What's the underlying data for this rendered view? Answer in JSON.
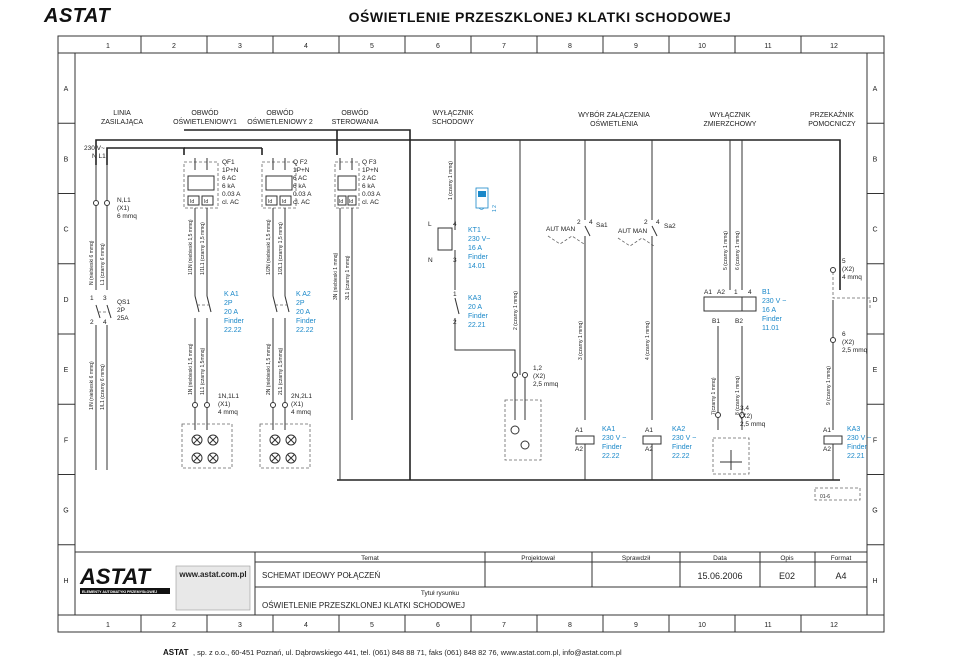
{
  "header": {
    "logo": "ASTAT",
    "title": "OŚWIETLENIE PRZESZKLONEJ KLATKI SCHODOWEJ"
  },
  "grid": {
    "columns": [
      "1",
      "2",
      "3",
      "4",
      "5",
      "6",
      "7",
      "8",
      "9",
      "10",
      "11",
      "12"
    ],
    "rows": [
      "A",
      "B",
      "C",
      "D",
      "E",
      "F",
      "G",
      "H"
    ]
  },
  "sections": {
    "s1": [
      "LINIA",
      "ZASILAJĄCA"
    ],
    "s2": [
      "OBWÓD",
      "OŚWIETLENIOWY1"
    ],
    "s3": [
      "OBWÓD",
      "OŚWIETLENIOWY 2"
    ],
    "s4": [
      "OBWÓD",
      "STEROWANIA"
    ],
    "s5": [
      "WYŁĄCZNIK",
      "SCHODOWY"
    ],
    "s6": [
      "WYBÓR ZAŁĄCZENIA",
      "OŚWIETLENIA"
    ],
    "s7": [
      "WYŁĄCZNIK",
      "ZMIERZCHOWY"
    ],
    "s8": [
      "PRZEKAŹNIK",
      "POMOCNICZY"
    ]
  },
  "supply": {
    "top": "230 V~",
    "terminals": "N    L1",
    "label": [
      "N,L1",
      "(X1)",
      "6 mmq"
    ],
    "wire_n": "N (niebieski 6 mmq)",
    "wire_l": "L1 (czarny 6 mmq)",
    "wire_n2": "1/N (niebieski 6 mmq)",
    "wire_l2": "1/L1 (czarny 6 mmq)"
  },
  "qs1": {
    "label": [
      "QS1",
      "2P",
      "25A"
    ],
    "nums": [
      "1",
      "3",
      "2",
      "4"
    ]
  },
  "qf1": {
    "label": [
      "QF1",
      "1P+N",
      "6 AC",
      "6 kA",
      "0.03 A",
      "cl. AC"
    ],
    "wire_n": "1/1N (niebieski 1,5 mmq)",
    "wire_l": "1/1L1 (czarny 1,5 mmq)",
    "id": "Id"
  },
  "qf2": {
    "label": [
      "Q F2",
      "1P+N",
      "6 AC",
      "6 kA",
      "0.03 A",
      "cl. AC"
    ],
    "wire_n": "1/2N (niebieski 1,5 mmq)",
    "wire_l": "1/2L1 (czarny 1,5 mmq)",
    "id": "Id"
  },
  "qf3": {
    "label": [
      "Q F3",
      "1P+N",
      "2 AC",
      "6 kA",
      "0.03 A",
      "cl. AC"
    ],
    "wire_n": "3N (niebieski 1 mmq)",
    "wire_l": "3L1 (czarny 1 mmq)",
    "id": "Id"
  },
  "ka1": {
    "label": [
      "K A1",
      "2P",
      "20  A",
      "Finder",
      "22.22"
    ],
    "wire_n": "1N (niebieski 1,5 mmq)",
    "wire_l": "1L1 (czarny 1,5mmq)",
    "terminal": [
      "1N,1L1",
      "(X1)",
      "4 mmq"
    ]
  },
  "ka2": {
    "label": [
      "K A2",
      "2P",
      "20 A",
      "Finder",
      "22.22"
    ],
    "wire_n": "2N (niebieski 1,5 mmq)",
    "wire_l": "2L1 (czarny 1,5mmq)",
    "terminal": [
      "2N,2L1",
      "(X1)",
      "4 mmq"
    ]
  },
  "kt1": {
    "on": "ON",
    "dip": "1 2",
    "wire": "1 (czarny 1  mmq)",
    "label": [
      "KT1",
      "230 V~",
      "16 A",
      "Finder",
      "14.01"
    ],
    "terms": [
      "L",
      "4",
      "N",
      "3"
    ]
  },
  "ka3": {
    "label": [
      "KA3",
      "20 A",
      "Finder",
      "22.21"
    ],
    "wire": "2 (czarny 1  mmq)",
    "terminal": [
      "1,2",
      "(X2)",
      "2,5 mmq"
    ]
  },
  "sa1": {
    "label": "Sa1",
    "modes": "AUT MAN",
    "nums": [
      "2",
      "4"
    ],
    "wire": "3 (czarny 1  mmq)"
  },
  "sa2": {
    "label": "Sa2",
    "modes": "AUT MAN",
    "nums": [
      "2",
      "4"
    ],
    "wire": "4 (czarny 1  mmq)"
  },
  "coil_ka1": {
    "label": [
      "KA1",
      "230 V ~",
      "Finder",
      "22.22"
    ],
    "terms": [
      "A1",
      "A2"
    ]
  },
  "coil_ka2": {
    "label": [
      "KA2",
      "230 V ~",
      "Finder",
      "22.22"
    ],
    "terms": [
      "A1",
      "A2"
    ]
  },
  "coil_ka3": {
    "label": [
      "KA3",
      "230 V ~",
      "Finder",
      "22.21"
    ],
    "terms": [
      "A1",
      "A2"
    ]
  },
  "b1": {
    "label": [
      "B1",
      "230 V ~",
      "16 A",
      "Finder",
      "11.01"
    ],
    "terms": [
      "A1",
      "A2",
      "1",
      "4",
      "B1",
      "B2"
    ],
    "wire5": "5 (czarny 1  mmq)",
    "wire6": "6 (czarny 1  mmq)",
    "wire7": "7(czarny 1 mmq)",
    "wire8": "8 (czarny 1  mmq)",
    "terminal": [
      "3,4",
      "(X2)",
      "2,5 mmq"
    ]
  },
  "aux": {
    "t5": [
      "5",
      "(X2)",
      "4 mmq"
    ],
    "t6": [
      "6",
      "(X2)",
      "2,5 mmq"
    ],
    "wire9": "9 (czarny 1  mmq)",
    "code": "01-6"
  },
  "titleblock": {
    "col_temat": "Temat",
    "col_proj": "Projektował",
    "col_spr": "Sprawdził",
    "col_data": "Data",
    "col_opis": "Opis",
    "col_format": "Format",
    "schema": "SCHEMAT IDEOWY POŁĄCZEŃ",
    "date": "15.06.2006",
    "code": "E02",
    "format": "A4",
    "subtitle_label": "Tytuł rysunku",
    "subtitle": "OŚWIETLENIE PRZESZKLONEJ KLATKI SCHODOWEJ",
    "logo": "ASTAT",
    "logo_tag": "ELEMENTY AUTOMATYKI PRZEMYSŁOWEJ",
    "web": "www.astat.com.pl"
  },
  "footer": {
    "company": "ASTAT",
    "address": ", sp. z o.o., 60-451 Poznań, ul. Dąbrowskiego 441, tel. (061) 848 88 71, faks (061) 848 82 76, www.astat.com.pl, info@astat.com.pl"
  },
  "colors": {
    "accent": "#1a88c9",
    "line": "#333333"
  }
}
